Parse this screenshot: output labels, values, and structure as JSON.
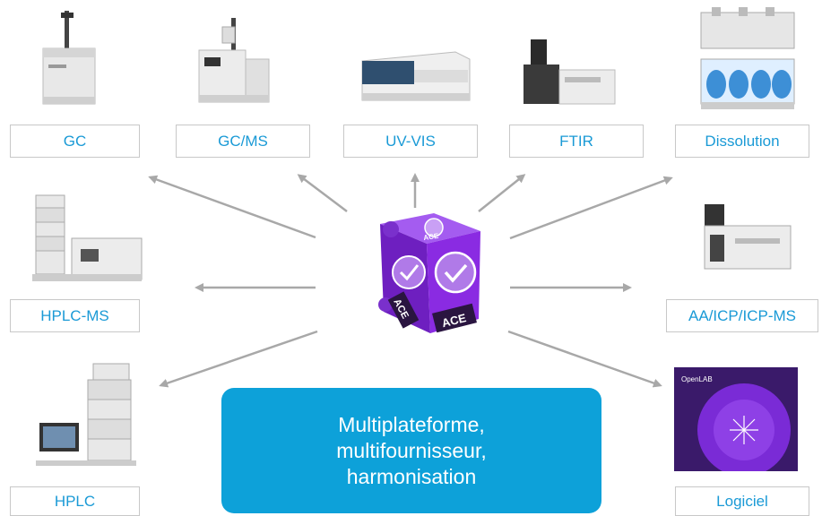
{
  "labels": {
    "gc": "GC",
    "gcms": "GC/MS",
    "uvvis": "UV-VIS",
    "ftir": "FTIR",
    "dissolution": "Dissolution",
    "hplcms": "HPLC-MS",
    "aaicp": "AA/ICP/ICP-MS",
    "hplc": "HPLC",
    "software": "Logiciel"
  },
  "center": {
    "line1": "Multiplateforme,",
    "line2": "multifournisseur,",
    "line3": "harmonisation"
  },
  "cube": {
    "text_front": "ACE",
    "text_left": "ACE",
    "text_top": "ACE"
  },
  "software_cover": {
    "title": "OpenLAB"
  },
  "colors": {
    "accent_blue": "#1a9ad6",
    "center_box": "#0da1d9",
    "cube_purple": "#8a2be2",
    "arrow_gray": "#a8a8a8"
  }
}
